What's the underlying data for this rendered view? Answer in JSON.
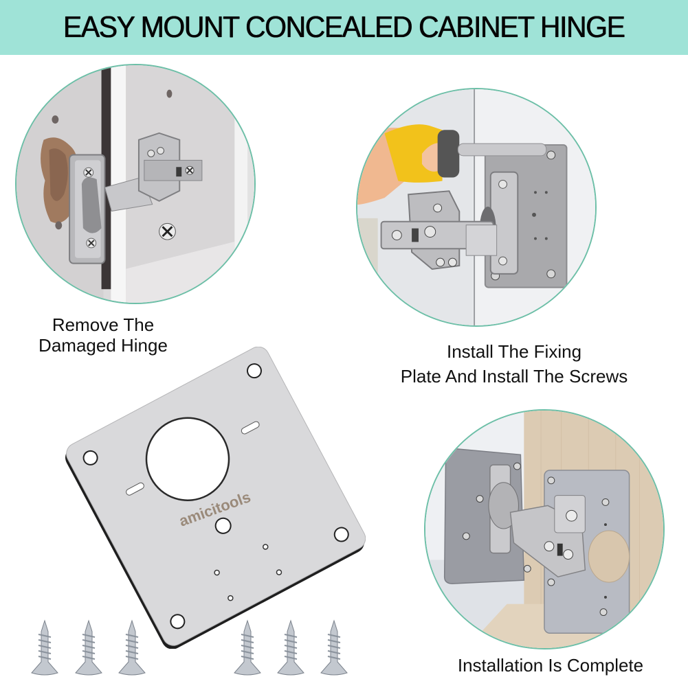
{
  "banner": {
    "title": "EASY MOUNT CONCEALED CABINET HINGE",
    "background": "#9fe3d7"
  },
  "steps": [
    {
      "id": "remove",
      "caption_lines": [
        "Remove The",
        "Damaged Hinge"
      ],
      "image": "damaged-hinge-photo"
    },
    {
      "id": "install",
      "caption_lines": [
        "Install The Fixing",
        "Plate And Install The Screws"
      ],
      "image": "screwdriver-installing-plate-photo"
    },
    {
      "id": "complete",
      "caption_lines": [
        "Installation Is Complete"
      ],
      "image": "installed-hinge-photo"
    }
  ],
  "product": {
    "item": "hinge-repair-plate",
    "brand_logo": "amicitools",
    "screw_count": 6
  },
  "colors": {
    "circle_border": "#6cbfa7",
    "plate_steel": "#d9d9db",
    "logo": "#9a8a7a",
    "wood": "#dccbb3",
    "handle_yellow": "#f2c21b"
  }
}
